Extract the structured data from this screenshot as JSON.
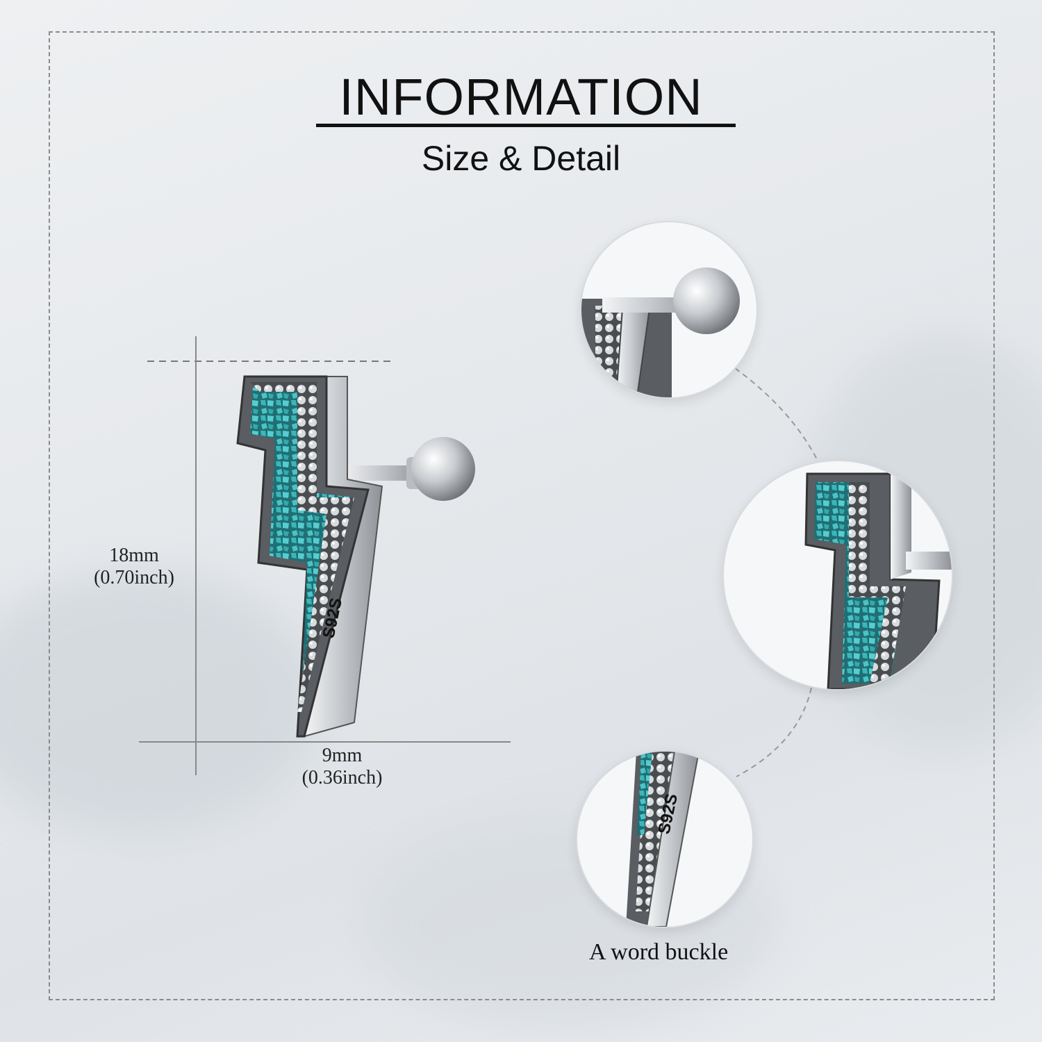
{
  "heading": {
    "title": "INFORMATION",
    "subtitle": "Size & Detail"
  },
  "dimensions": {
    "height_mm": "18mm",
    "height_inch": "(0.70inch)",
    "width_mm": "9mm",
    "width_inch": "(0.36inch)"
  },
  "product": {
    "stamp": "S92S"
  },
  "detail": {
    "caption": "A word buckle"
  },
  "colors": {
    "turquoise": "#3fb3b8",
    "silver": "#c9cdd1",
    "frame": "#8b8b8b"
  }
}
